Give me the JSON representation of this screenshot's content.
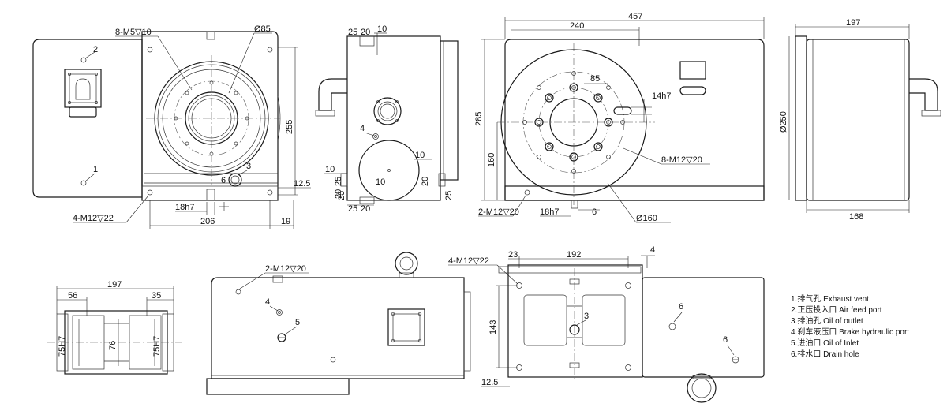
{
  "callouts": {
    "c1": "1",
    "c2": "2",
    "c3": "3",
    "c4": "4",
    "c5": "5",
    "c6": "6"
  },
  "dimensions": {
    "m5_holes": "8-M5▽10",
    "d85": "Ø85",
    "h255": "255",
    "v12_5": "12.5",
    "m12_4": "4-M12▽22",
    "w18h7": "18h7",
    "w206": "206",
    "w19": "19",
    "s25": "25",
    "s20": "20",
    "s10": "10",
    "w457": "457",
    "w240": "240",
    "d85b": "85",
    "w14h7": "14h7",
    "h285": "285",
    "h160": "160",
    "m12_8": "8-M12▽20",
    "m12_2": "2-M12▽20",
    "w6": "6",
    "d160": "Ø160",
    "w197": "197",
    "d250": "Ø250",
    "w168": "168",
    "w56": "56",
    "w35": "35",
    "d75h7": "75H7",
    "d76": "76",
    "w23": "23",
    "w192": "192",
    "w4": "4",
    "h143": "143"
  },
  "legend": [
    "1.排气孔 Exhaust vent",
    "2.正压投入口 Air feed port",
    "3.排油孔 Oil of outlet",
    "4.刹车液压口 Brake hydraulic port",
    "5.进油口 Oil of Inlet",
    "6.排水口 Drain hole"
  ]
}
